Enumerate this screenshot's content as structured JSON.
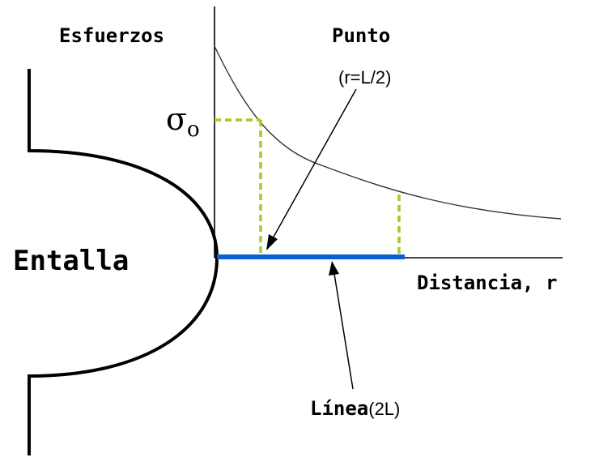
{
  "labels": {
    "stress_axis": "Esfuerzos",
    "point_title": "Punto",
    "point_note": "(r=L/2)",
    "sigma_symbol": "σ",
    "sigma_subscript": "o",
    "notch": "Entalla",
    "distance_axis": "Distancia, r",
    "line_word": "Línea",
    "line_note": "(2L)"
  },
  "colors": {
    "outline": "#000000",
    "curve": "#333333",
    "dashed_guides": "#a6cc1f",
    "line_segment": "#0a5fd1"
  }
}
